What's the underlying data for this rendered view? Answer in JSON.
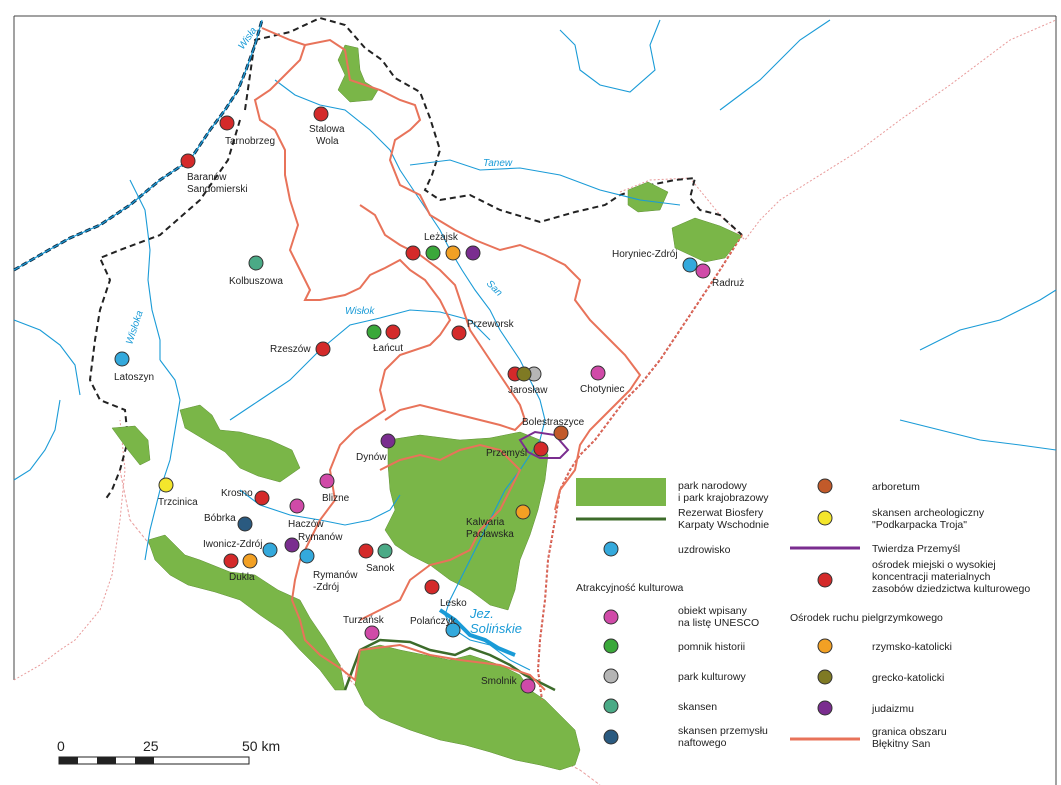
{
  "map": {
    "rivers": {
      "wisla": "Wisła",
      "tanew": "Tanew",
      "san": "San",
      "wislok": "Wisłok",
      "wisloka": "Wisłoka"
    },
    "lake": {
      "line1": "Jez.",
      "line2": "Solińskie"
    },
    "towns": {
      "tarnobrzeg": "Tarnobrzeg",
      "stalowa_wola_1": "Stalowa",
      "stalowa_wola_2": "Wola",
      "baranow_1": "Baranów",
      "baranow_2": "Sandomierski",
      "lezajsk": "Leżajsk",
      "horyniec": "Horyniec-Zdrój",
      "radruz": "Radruż",
      "kolbuszowa": "Kolbuszowa",
      "lancut": "Łańcut",
      "przeworsk": "Przeworsk",
      "rzeszow": "Rzeszów",
      "latoszyn": "Latoszyn",
      "jaroslaw": "Jarosław",
      "chotyniec": "Chotyniec",
      "bolestraszyce": "Bolestraszyce",
      "przemysl": "Przemyśl",
      "dynow": "Dynów",
      "blizne": "Blizne",
      "trzcinica": "Trzcinica",
      "krosno": "Krosno",
      "haczow": "Haczów",
      "bobrka": "Bóbrka",
      "rymanow": "Rymanów",
      "iwonicz": "Iwonicz-Zdrój",
      "rymanow_zdroj_1": "Rymanów",
      "rymanow_zdroj_2": "-Zdrój",
      "dukla": "Dukla",
      "sanok": "Sanok",
      "kalwaria_1": "Kalwaria",
      "kalwaria_2": "Pacławska",
      "lesko": "Lesko",
      "turzansk": "Turzańsk",
      "polanczyk": "Polańczyk",
      "smolnik": "Smolnik"
    }
  },
  "legend": {
    "park": {
      "line1": "park narodowy",
      "line2": "i park krajobrazowy"
    },
    "biosphere": {
      "line1": "Rezerwat Biosfery",
      "line2": "Karpaty Wschodnie"
    },
    "spa": "uzdrowisko",
    "cultural_heading": "Atrakcyjność kulturowa",
    "unesco": {
      "line1": "obiekt wpisany",
      "line2": "na listę UNESCO"
    },
    "monument": "pomnik historii",
    "cultural_park": "park kulturowy",
    "skansen": "skansen",
    "oil_skansen": {
      "line1": "skansen przemysłu",
      "line2": "naftowego"
    },
    "arboretum": "arboretum",
    "archeo": {
      "line1": "skansen archeologiczny",
      "line2": "\"Podkarpacka Troja\""
    },
    "fortress": "Twierdza Przemyśl",
    "urban": {
      "line1": "ośrodek miejski o wysokiej",
      "line2": "koncentracji materialnych",
      "line3": "zasobów dziedzictwa kulturowego"
    },
    "pilgrim_heading": "Ośrodek ruchu pielgrzymkowego",
    "roman_catholic": "rzymsko-katolicki",
    "greek_catholic": "grecko-katolicki",
    "judaism": "judaizmu",
    "border": {
      "line1": "granica obszaru",
      "line2": "Błękitny San"
    }
  },
  "scale": {
    "t0": "0",
    "t25": "25",
    "t50": "50 km"
  },
  "colors": {
    "park": "#7ab648",
    "biosphere": "#3c6b2a",
    "river": "#1a9bd7",
    "border": "#e8735a",
    "spa": "#34a9dc",
    "unesco": "#d04aa8",
    "monument": "#3aa83a",
    "cultural_park": "#b5b5b5",
    "skansen": "#4aaa86",
    "oil_skansen": "#2a5a80",
    "arboretum": "#c25a2a",
    "archeo": "#f4e62c",
    "fortress": "#7a2d8f",
    "urban": "#d42a2a",
    "roman_catholic": "#f2a024",
    "greek_catholic": "#7f7a24",
    "judaism": "#7a2d8f"
  }
}
